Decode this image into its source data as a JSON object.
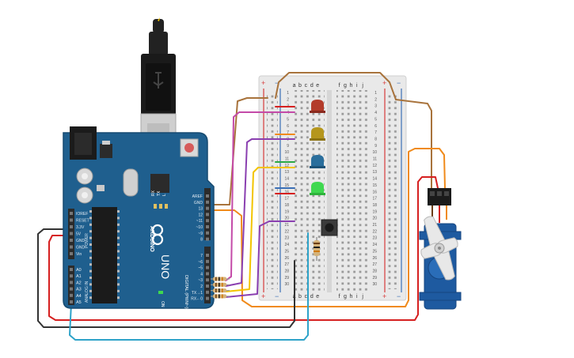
{
  "colors": {
    "arduino_board": "#1f5f8e",
    "arduino_edge": "#174a70",
    "header": "#2b2b2b",
    "breadboard": "#e8e8e8",
    "rail_red": "#d83b3b",
    "rail_blue": "#3a6fb5",
    "wire_brown": "#a8733c",
    "wire_magenta": "#c44aa8",
    "wire_purple": "#8a3fb0",
    "wire_yellow": "#f2c400",
    "wire_orange": "#f08a1a",
    "wire_red": "#d62020",
    "wire_black": "#333333",
    "wire_teal": "#2ea3c9",
    "wire_green": "#2aa845",
    "led_red": "#b33b2a",
    "led_yellow": "#b5961c",
    "led_blue": "#2a6e9c",
    "led_green": "#3fd84f",
    "servo_body": "#1e5aa0",
    "servo_horn": "#e8e8e8"
  },
  "arduino": {
    "brand": "ARDUINO",
    "model": "UNO",
    "power_pins": [
      "IOREF",
      "RESET",
      "3.3V",
      "5V",
      "GND",
      "GND",
      "Vin"
    ],
    "power_title": "POWER",
    "analog_pins": [
      "A0",
      "A1",
      "A2",
      "A3",
      "A4",
      "A5"
    ],
    "analog_title": "ANALOG IN",
    "digital_top": [
      "AREF",
      "GND",
      "13",
      "12",
      "~11",
      "~10",
      "~9",
      "8"
    ],
    "digital_bottom": [
      "7",
      "~6",
      "~5",
      "4",
      "~3",
      "2",
      "TX→1",
      "RX←0"
    ],
    "digital_title": "DIGITAL (PWM~)",
    "led_labels": [
      "L",
      "TX",
      "RX"
    ],
    "on_label": "ON",
    "icons": [
      "usb-plug-icon",
      "dc-jack-icon",
      "reset-button-icon",
      "infinity-logo-icon"
    ]
  },
  "breadboard": {
    "left_cols": [
      "a",
      "b",
      "c",
      "d",
      "e"
    ],
    "right_cols": [
      "f",
      "g",
      "h",
      "i",
      "j"
    ],
    "rows": [
      "1",
      "2",
      "3",
      "4",
      "5",
      "6",
      "7",
      "8",
      "9",
      "10",
      "11",
      "12",
      "13",
      "14",
      "15",
      "16",
      "17",
      "18",
      "19",
      "20",
      "21",
      "22",
      "23",
      "24",
      "25",
      "26",
      "27",
      "28",
      "29",
      "30"
    ],
    "rail_plus": "+",
    "rail_minus": "−"
  },
  "components": [
    "led-red",
    "led-yellow",
    "led-blue",
    "led-green",
    "pushbutton",
    "resistor",
    "servo-motor"
  ]
}
